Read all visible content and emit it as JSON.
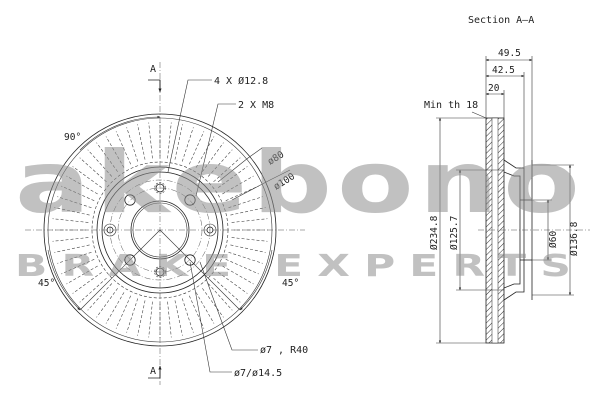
{
  "section_title": "Section A–A",
  "section_marks": {
    "top": "A",
    "bottom": "A"
  },
  "front_view": {
    "callouts": {
      "bolt_holes": "4 X Ø12.8",
      "threads": "2 X M8",
      "pcd_inner": "ø80",
      "pcd_outer": "ø100",
      "small_hole": "ø7 , R40",
      "counterbore": "ø7/ø14.5"
    },
    "angles": {
      "top": "90°",
      "left": "45°",
      "right": "45°"
    }
  },
  "section_view": {
    "min_thickness": "Min th 18",
    "dims": {
      "overall_height": "49.5",
      "hat_height": "42.5",
      "disc_thickness": "20",
      "outer_diameter": "Ø234.8",
      "hat_diameter": "Ø125.7",
      "center_bore": "Ø60",
      "bolt_circle_face": "Ø136.8"
    }
  },
  "watermark": {
    "logo": "akebono",
    "tagline": "BRAKE EXPERTS"
  }
}
